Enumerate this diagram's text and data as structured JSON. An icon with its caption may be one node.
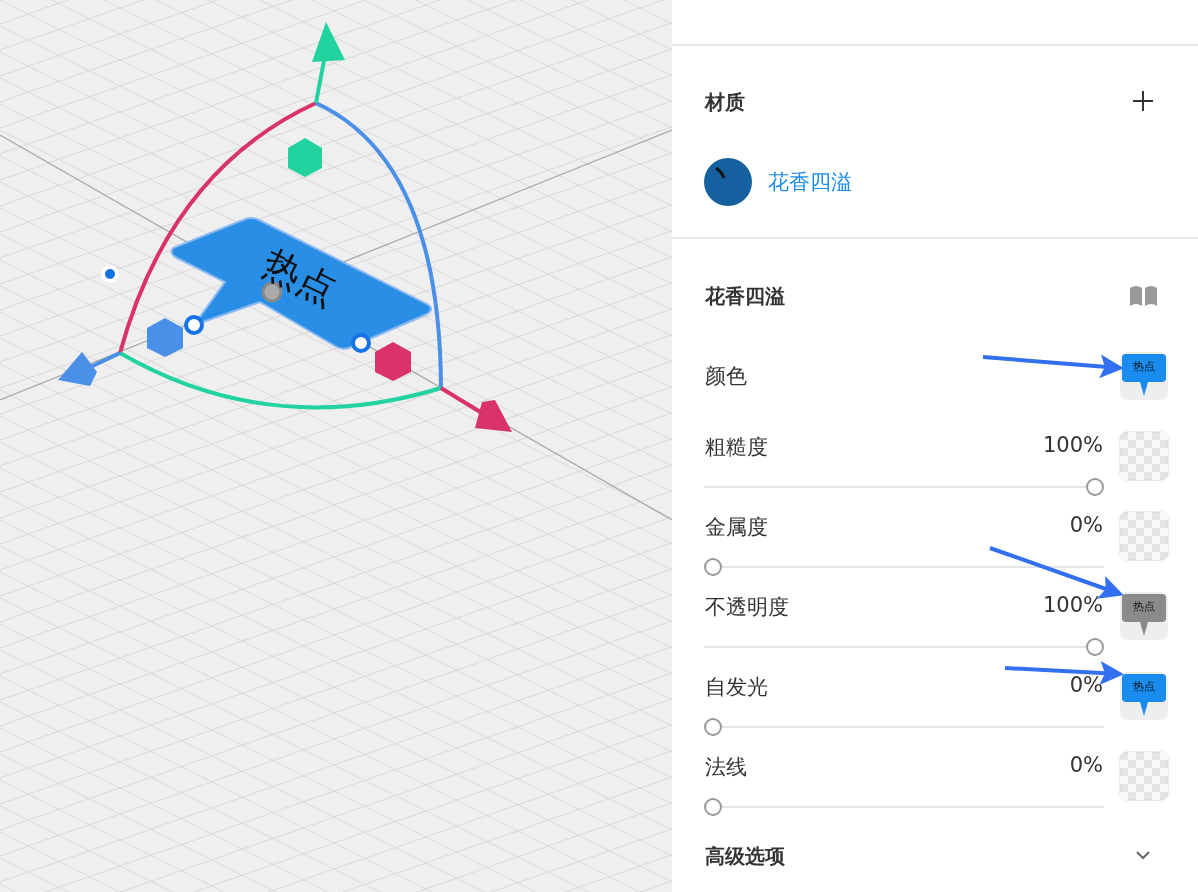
{
  "diagram": {
    "nodes": [
      {
        "text": [
          "热点"
        ]
      },
      {
        "text": [
          "热点"
        ]
      },
      {
        "text": [
          "热点"
        ]
      },
      {
        "text": [
          "热点"
        ]
      }
    ],
    "edges": [
      {
        "from": null,
        "to": 1,
        "arrow": "to"
      },
      {
        "from": null,
        "to": 2,
        "arrow": "to"
      },
      {
        "from": null,
        "to": 3,
        "arrow": "to"
      }
    ],
    "labels": [
      "材质",
      "花香四溢",
      "花香四溢",
      "颜色",
      "粗糙度",
      "100%",
      "金属度",
      "0%",
      "不透明度",
      "100%",
      "自发光",
      "0%",
      "法线",
      "0%",
      "高级选项"
    ]
  }
}
